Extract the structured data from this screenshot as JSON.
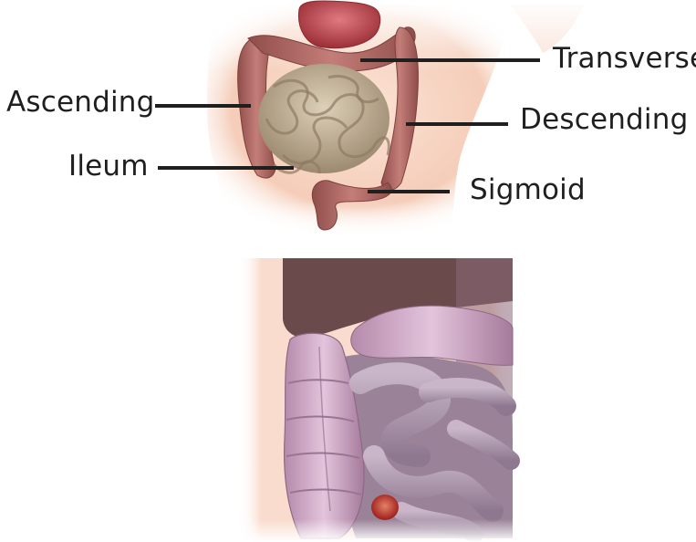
{
  "labels": {
    "transverse": "Transverse",
    "ascending": "Ascending",
    "descending": "Descending",
    "ileum": "Ileum",
    "sigmoid": "Sigmoid"
  },
  "colors": {
    "skin": "#f6d2c0",
    "colon": "#b06a66",
    "small_intestine": "#c8b59a",
    "stomach": "#c24a52",
    "lower_colon": "#c9a0bf",
    "lower_small_intestine": "#a88ea6",
    "liver": "#6a4a4a",
    "polyp": "#b82a22",
    "leader_line": "#1f1f1f"
  }
}
